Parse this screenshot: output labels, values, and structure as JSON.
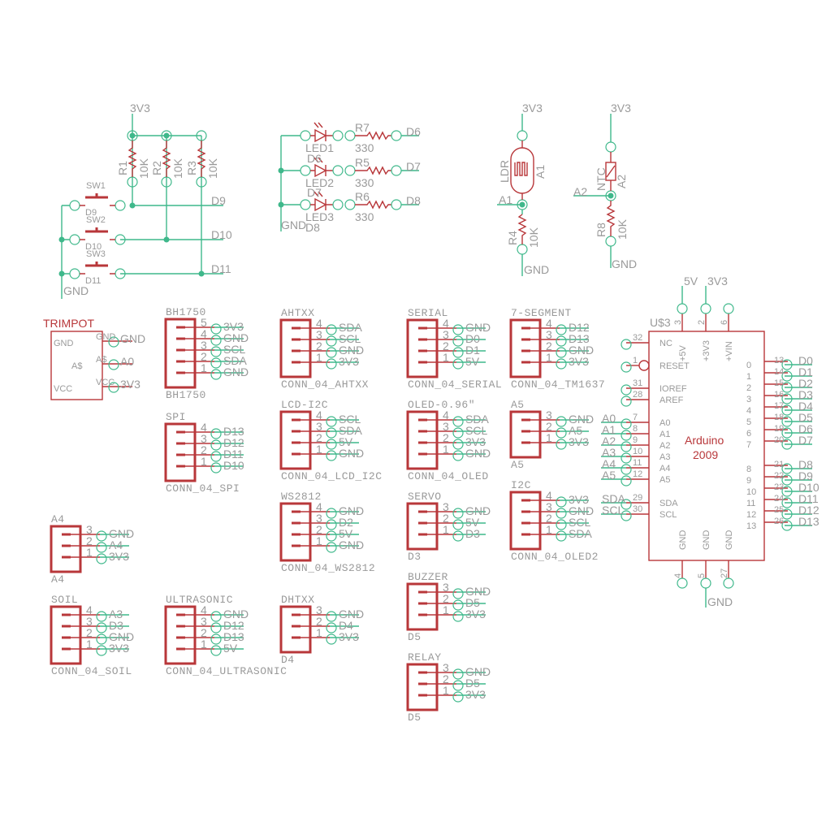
{
  "colors": {
    "component": "#b8373a",
    "wire": "#3fb88b",
    "text": "#9a9a9a"
  },
  "switch_circuit": {
    "supply": "3V3",
    "gnd": "GND",
    "resistors": [
      {
        "name": "R1",
        "value": "10K"
      },
      {
        "name": "R2",
        "value": "10K"
      },
      {
        "name": "R3",
        "value": "10K"
      }
    ],
    "switches": [
      {
        "name": "SW1",
        "ref": "D9",
        "net": "D9"
      },
      {
        "name": "SW2",
        "ref": "D10",
        "net": "D10"
      },
      {
        "name": "SW3",
        "ref": "D11",
        "net": "D11"
      }
    ]
  },
  "led_circuit": {
    "gnd": "GND",
    "gnd_ref": "D8",
    "leds": [
      {
        "name": "LED1",
        "ref": "",
        "resistor": "R7",
        "value": "330",
        "net": "D6"
      },
      {
        "name": "LED2",
        "ref": "D6",
        "resistor": "R5",
        "value": "330",
        "net": "D7"
      },
      {
        "name": "LED3",
        "ref": "D7",
        "resistor": "R6",
        "value": "330",
        "net": "D8"
      }
    ]
  },
  "ldr": {
    "supply": "3V3",
    "name": "LDR",
    "value": "A1",
    "net": "A1",
    "resistor": "R4",
    "res_value": "10K",
    "gnd": "GND"
  },
  "ntc": {
    "supply": "3V3",
    "name": "NTC",
    "value": "A2",
    "net": "A2",
    "resistor": "R8",
    "res_value": "10K",
    "gnd": "GND"
  },
  "trimpot": {
    "title": "TRIMPOT",
    "pins": [
      {
        "label": "GND",
        "pin": "GND",
        "net": "GND"
      },
      {
        "label": "A$",
        "pin": "A$",
        "net": "A0"
      },
      {
        "label": "VCC",
        "pin": "VCC",
        "net": "3V3"
      }
    ]
  },
  "connectors": [
    {
      "title": "BH1750",
      "bottom": "BH1750",
      "pins": [
        {
          "n": "5",
          "net": "3V3"
        },
        {
          "n": "4",
          "net": "GND"
        },
        {
          "n": "3",
          "net": "SCL"
        },
        {
          "n": "2",
          "net": "SDA"
        },
        {
          "n": "1",
          "net": "GND"
        }
      ]
    },
    {
      "title": "AHTXX",
      "bottom": "CONN_04_AHTXX",
      "pins": [
        {
          "n": "4",
          "net": "SDA"
        },
        {
          "n": "3",
          "net": "SCL"
        },
        {
          "n": "2",
          "net": "GND"
        },
        {
          "n": "1",
          "net": "3V3"
        }
      ]
    },
    {
      "title": "SERIAL",
      "bottom": "CONN_04_SERIAL",
      "pins": [
        {
          "n": "4",
          "net": "GND"
        },
        {
          "n": "3",
          "net": "D0"
        },
        {
          "n": "2",
          "net": "D1"
        },
        {
          "n": "1",
          "net": "5V"
        }
      ]
    },
    {
      "title": "7-SEGMENT",
      "bottom": "CONN_04_TM1637",
      "pins": [
        {
          "n": "4",
          "net": "D12"
        },
        {
          "n": "3",
          "net": "D13"
        },
        {
          "n": "2",
          "net": "GND"
        },
        {
          "n": "1",
          "net": "3V3"
        }
      ]
    },
    {
      "title": "SPI",
      "bottom": "CONN_04_SPI",
      "pins": [
        {
          "n": "4",
          "net": "D13"
        },
        {
          "n": "3",
          "net": "D12"
        },
        {
          "n": "2",
          "net": "D11"
        },
        {
          "n": "1",
          "net": "D10"
        }
      ]
    },
    {
      "title": "LCD-I2C",
      "bottom": "CONN_04_LCD_I2C",
      "pins": [
        {
          "n": "4",
          "net": "SCL"
        },
        {
          "n": "3",
          "net": "SDA"
        },
        {
          "n": "2",
          "net": "5V"
        },
        {
          "n": "1",
          "net": "GND"
        }
      ]
    },
    {
      "title": "OLED-0.96\"",
      "bottom": "CONN_04_OLED",
      "pins": [
        {
          "n": "4",
          "net": "SDA"
        },
        {
          "n": "3",
          "net": "SCL"
        },
        {
          "n": "2",
          "net": "3V3"
        },
        {
          "n": "1",
          "net": "GND"
        }
      ]
    },
    {
      "title": "A5",
      "bottom": "A5",
      "pins": [
        {
          "n": "3",
          "net": "GND"
        },
        {
          "n": "2",
          "net": "A5"
        },
        {
          "n": "1",
          "net": "3V3"
        }
      ]
    },
    {
      "title": "SERVO",
      "bottom": "D3",
      "pins": [
        {
          "n": "3",
          "net": "GND"
        },
        {
          "n": "2",
          "net": "5V"
        },
        {
          "n": "1",
          "net": "D3"
        }
      ]
    },
    {
      "title": "I2C",
      "bottom": "CONN_04_OLED2",
      "pins": [
        {
          "n": "4",
          "net": "3V3"
        },
        {
          "n": "3",
          "net": "GND"
        },
        {
          "n": "2",
          "net": "SCL"
        },
        {
          "n": "1",
          "net": "SDA"
        }
      ]
    },
    {
      "title": "WS2812",
      "bottom": "CONN_04_WS2812",
      "pins": [
        {
          "n": "4",
          "net": "GND"
        },
        {
          "n": "3",
          "net": "D2"
        },
        {
          "n": "2",
          "net": "5V"
        },
        {
          "n": "1",
          "net": "GND"
        }
      ]
    },
    {
      "title": "A4",
      "bottom": "A4",
      "pins": [
        {
          "n": "3",
          "net": "GND"
        },
        {
          "n": "2",
          "net": "A4"
        },
        {
          "n": "1",
          "net": "3V3"
        }
      ]
    },
    {
      "title": "SOIL",
      "bottom": "CONN_04_SOIL",
      "pins": [
        {
          "n": "4",
          "net": "A3"
        },
        {
          "n": "3",
          "net": "D3"
        },
        {
          "n": "2",
          "net": "GND"
        },
        {
          "n": "1",
          "net": "3V3"
        }
      ]
    },
    {
      "title": "ULTRASONIC",
      "bottom": "CONN_04_ULTRASONIC",
      "pins": [
        {
          "n": "4",
          "net": "GND"
        },
        {
          "n": "3",
          "net": "D12"
        },
        {
          "n": "2",
          "net": "D13"
        },
        {
          "n": "1",
          "net": "5V"
        }
      ]
    },
    {
      "title": "DHTXX",
      "bottom": "D4",
      "pins": [
        {
          "n": "3",
          "net": "GND"
        },
        {
          "n": "2",
          "net": "D4"
        },
        {
          "n": "1",
          "net": "3V3"
        }
      ]
    },
    {
      "title": "BUZZER",
      "bottom": "D5",
      "pins": [
        {
          "n": "3",
          "net": "GND"
        },
        {
          "n": "2",
          "net": "D5"
        },
        {
          "n": "1",
          "net": "3V3"
        }
      ]
    },
    {
      "title": "RELAY",
      "bottom": "D5",
      "pins": [
        {
          "n": "3",
          "net": "GND"
        },
        {
          "n": "2",
          "net": "D5"
        },
        {
          "n": "1",
          "net": "3V3"
        }
      ]
    }
  ],
  "arduino": {
    "ref": "U$3",
    "name": "Arduino",
    "value": "2009",
    "top_pins": [
      {
        "n": "3",
        "label": "+5V",
        "net": "5V"
      },
      {
        "n": "2",
        "label": "+3V3",
        "net": "3V3"
      },
      {
        "n": "6",
        "label": "+VIN",
        "net": ""
      }
    ],
    "bottom_pins": [
      {
        "n": "4",
        "label": "GND",
        "net": ""
      },
      {
        "n": "5",
        "label": "GND",
        "net": "GND"
      },
      {
        "n": "27",
        "label": "GND",
        "net": ""
      }
    ],
    "left_pins": [
      {
        "n": "32",
        "label": "NC",
        "net": ""
      },
      {
        "n": "1",
        "label": "RESET",
        "net": ""
      },
      {
        "n": "31",
        "label": "IOREF",
        "net": ""
      },
      {
        "n": "28",
        "label": "AREF",
        "net": ""
      },
      {
        "n": "7",
        "label": "A0",
        "net": "A0"
      },
      {
        "n": "8",
        "label": "A1",
        "net": "A1"
      },
      {
        "n": "9",
        "label": "A2",
        "net": "A2"
      },
      {
        "n": "10",
        "label": "A3",
        "net": "A3"
      },
      {
        "n": "11",
        "label": "A4",
        "net": "A4"
      },
      {
        "n": "12",
        "label": "A5",
        "net": "A5"
      },
      {
        "n": "29",
        "label": "SDA",
        "net": "SDA"
      },
      {
        "n": "30",
        "label": "SCL",
        "net": "SCL"
      }
    ],
    "right_pins": [
      {
        "n": "13",
        "label": "0",
        "net": "D0"
      },
      {
        "n": "14",
        "label": "1",
        "net": "D1"
      },
      {
        "n": "15",
        "label": "2",
        "net": "D2"
      },
      {
        "n": "16",
        "label": "3",
        "net": "D3"
      },
      {
        "n": "17",
        "label": "4",
        "net": "D4"
      },
      {
        "n": "18",
        "label": "5",
        "net": "D5"
      },
      {
        "n": "19",
        "label": "6",
        "net": "D6"
      },
      {
        "n": "20",
        "label": "7",
        "net": "D7"
      },
      {
        "n": "21",
        "label": "8",
        "net": "D8"
      },
      {
        "n": "22",
        "label": "9",
        "net": "D9"
      },
      {
        "n": "23",
        "label": "10",
        "net": "D10"
      },
      {
        "n": "24",
        "label": "11",
        "net": "D11"
      },
      {
        "n": "25",
        "label": "12",
        "net": "D12"
      },
      {
        "n": "26",
        "label": "13",
        "net": "D13"
      }
    ]
  }
}
